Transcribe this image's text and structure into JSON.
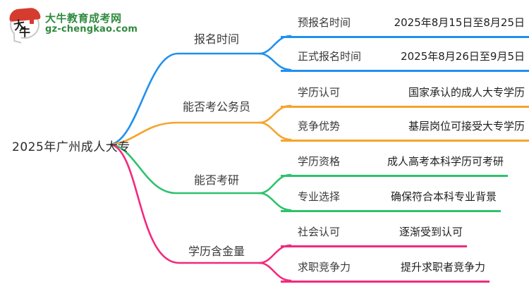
{
  "logo": {
    "title": "大牛教育成考网",
    "domain": "gz-chengkao.com",
    "icon_char_top": "大",
    "icon_char_bottom": "牛",
    "green": "#2f8a3e",
    "red": "#d63b2f"
  },
  "root": {
    "label": "2025年广州成人大专"
  },
  "branches": [
    {
      "label": "报名时间",
      "color": "#2090f0",
      "leaves": [
        {
          "label": "预报名时间",
          "value": "2025年8月15日至8月25日"
        },
        {
          "label": "正式报名时间",
          "value": "2025年8月26日至9月5日"
        }
      ]
    },
    {
      "label": "能否考公务员",
      "color": "#f5a42c",
      "leaves": [
        {
          "label": "学历认可",
          "value": "国家承认的成人大专学历"
        },
        {
          "label": "竞争优势",
          "value": "基层岗位可接受大专学历"
        }
      ]
    },
    {
      "label": "能否考研",
      "color": "#2fc26d",
      "leaves": [
        {
          "label": "学历资格",
          "value": "成人高考本科学历可考研"
        },
        {
          "label": "专业选择",
          "value": "确保符合本科专业背景"
        }
      ]
    },
    {
      "label": "学历含金量",
      "color": "#f3297d",
      "leaves": [
        {
          "label": "社会认可",
          "value": "逐渐受到认可"
        },
        {
          "label": "求职竞争力",
          "value": "提升求职者竞争力"
        }
      ]
    }
  ]
}
